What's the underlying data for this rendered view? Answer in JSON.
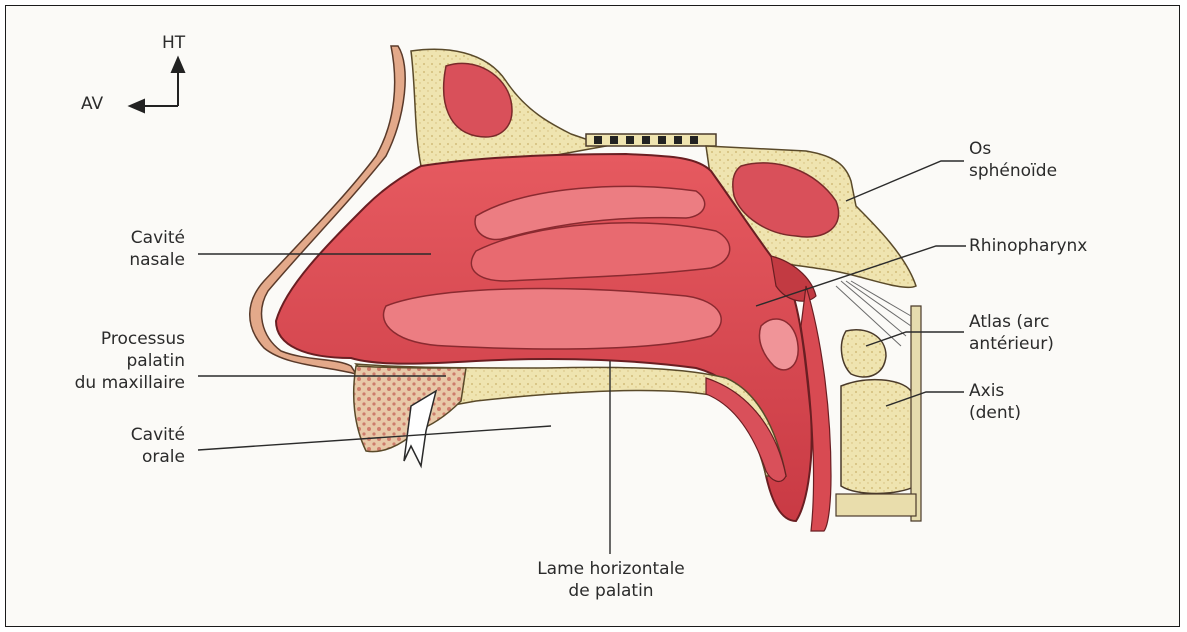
{
  "orientation": {
    "up": "HT",
    "front": "AV"
  },
  "labels": {
    "cavite_nasale": [
      "Cavité",
      "nasale"
    ],
    "processus_palatin": [
      "Processus",
      "palatin",
      "du maxillaire"
    ],
    "cavite_orale": [
      "Cavité",
      "orale"
    ],
    "lame_horizontale": [
      "Lame horizontale",
      "de palatin"
    ],
    "os_sphenoide": [
      "Os",
      "sphénoïde"
    ],
    "rhinopharynx": [
      "Rhinopharynx"
    ],
    "atlas": [
      "Atlas (arc",
      "antérieur)"
    ],
    "axis": [
      "Axis",
      "(dent)"
    ]
  },
  "colors": {
    "mucosa": "#d94a52",
    "mucosa_dark": "#b5303a",
    "mucosa_light": "#ef8a8c",
    "bone": "#efe6b8",
    "bone_dark": "#c9b87a",
    "outline": "#3a2a22",
    "skin": "#e8b08a"
  }
}
